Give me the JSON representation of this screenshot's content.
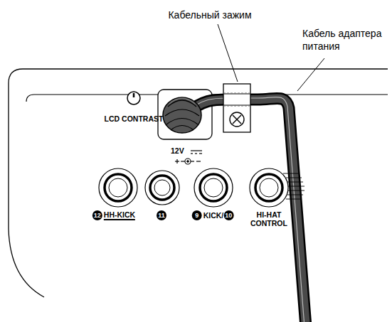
{
  "diagram": {
    "labels": [
      "Кабельный зажим",
      "Кабель адаптера питания",
      "LCD CONTRAST",
      "12V",
      "12",
      "HH-KICK",
      "11",
      "9",
      "KICK/",
      "10",
      "HI-HAT CONTROL"
    ]
  }
}
